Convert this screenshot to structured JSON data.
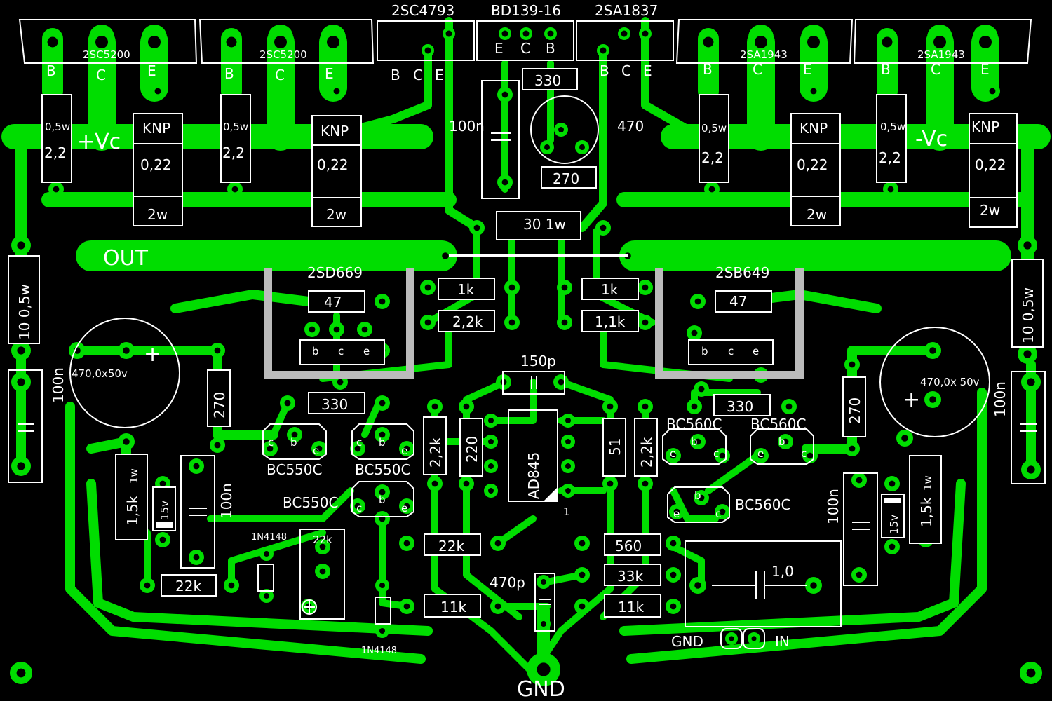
{
  "board": {
    "transistors_top": [
      "2SC5200",
      "2SC5200",
      "2SC4793",
      "BD139-16",
      "2SA1837",
      "2SA1943",
      "2SA1943"
    ],
    "pins_bce": [
      "B",
      "C",
      "E"
    ],
    "pins_ecb": [
      "E",
      "C",
      "B"
    ],
    "rail_pos": "+Vc",
    "rail_neg": "-Vc",
    "out": "OUT",
    "gnd": "GND",
    "in": "IN",
    "drivers": [
      "2SD669",
      "2SB649"
    ],
    "opamp": "AD845",
    "opamp_pin1": "1",
    "small_pins_bc550": [
      "c",
      "b",
      "e"
    ],
    "small_pins_bc560": [
      "e",
      "b",
      "c"
    ],
    "bc550": "BC550C",
    "bc560": "BC560C",
    "diode": "1N4148",
    "driver_pins": [
      "b",
      "c",
      "e"
    ],
    "components": {
      "r_knp": "KNP",
      "r_022": "0,22",
      "r_2w": "2w",
      "r_05w": "0,5w",
      "r_22": "2,2",
      "r_330": "330",
      "r_270": "270",
      "r_470": "470",
      "c_100n": "100n",
      "r_30": "30 1w",
      "r_10": "10 0,5w",
      "r_47": "47",
      "r_1k": "1k",
      "r_2k2": "2,2k",
      "r_1k1": "1,1k",
      "c_150p": "150p",
      "c_470": "470,0x50v",
      "c_470b": "470,0x 50v",
      "r_27": "270",
      "r_220": "220",
      "r_51": "51",
      "r_1k5": "1,5k",
      "r_1w": "1w",
      "z_15v": "15v",
      "r_22k": "22k",
      "p_22k": "22k",
      "r_560": "560",
      "r_33k": "33k",
      "r_11k": "11k",
      "c_470p": "470p",
      "c_10": "1,0"
    }
  }
}
